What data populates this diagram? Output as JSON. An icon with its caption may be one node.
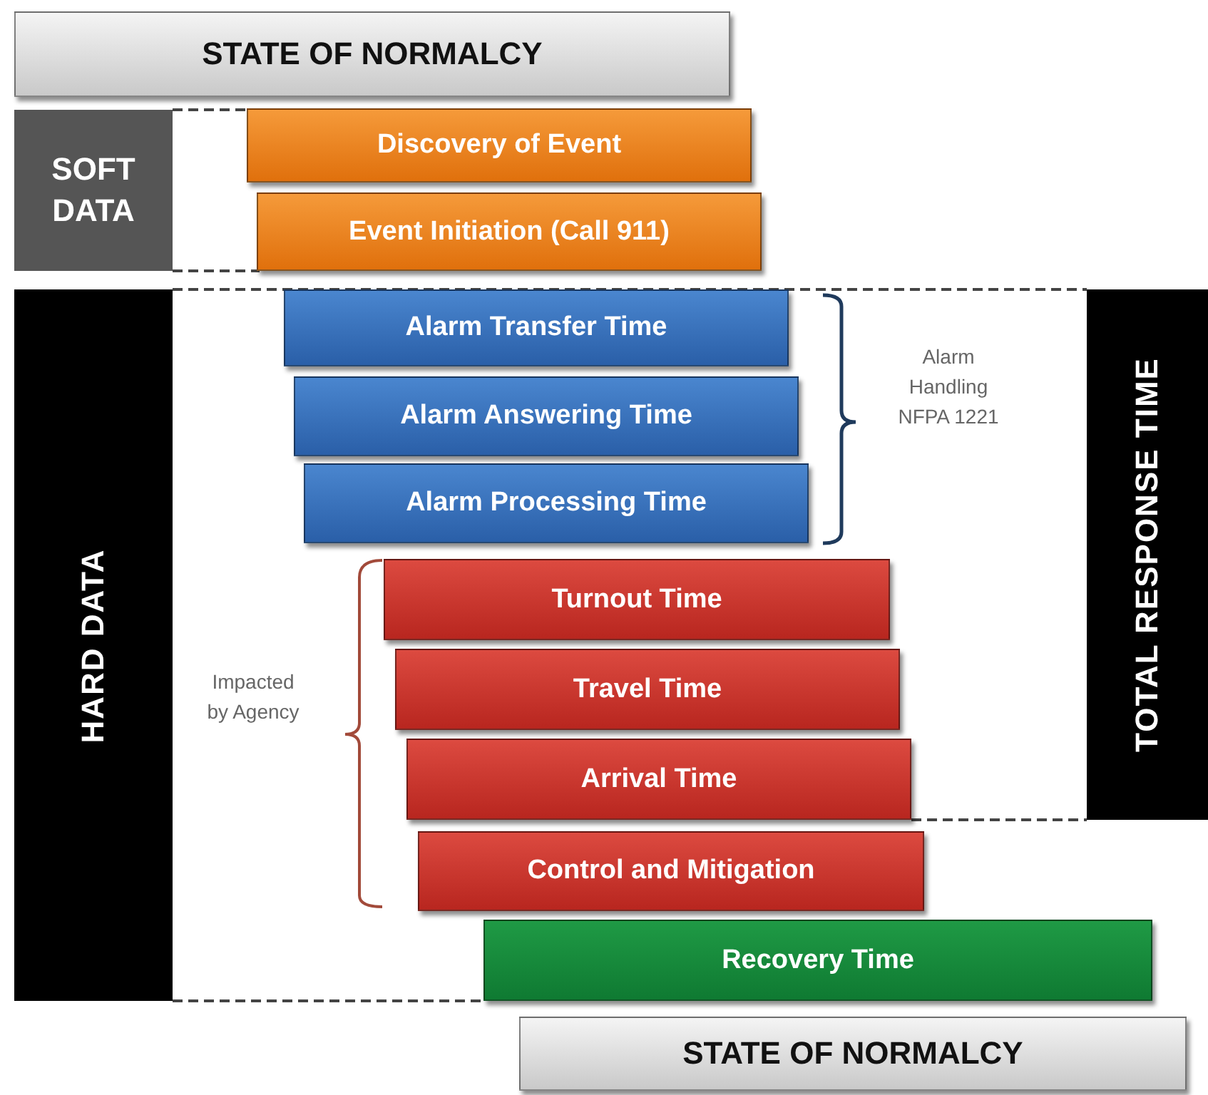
{
  "diagram": {
    "nodes": [
      {
        "text": [
          "STATE OF NORMALCY"
        ]
      },
      {
        "text": [
          "SOFT DATA"
        ]
      },
      {
        "text": [
          "Discovery of Event"
        ]
      },
      {
        "text": [
          "Event Initiation (Call 911)"
        ]
      },
      {
        "text": [
          "HARD DATA"
        ]
      },
      {
        "text": [
          "Alarm Transfer Time"
        ]
      },
      {
        "text": [
          "Alarm Answering Time"
        ]
      },
      {
        "text": [
          "Alarm Processing Time"
        ]
      },
      {
        "text": [
          "Turnout Time"
        ]
      },
      {
        "text": [
          "Travel Time"
        ]
      },
      {
        "text": [
          "Arrival Time"
        ]
      },
      {
        "text": [
          "Control and Mitigation"
        ]
      },
      {
        "text": [
          "Recovery Time"
        ]
      },
      {
        "text": [
          "TOTAL RESPONSE TIME"
        ]
      },
      {
        "text": [
          "STATE OF NORMALCY"
        ]
      }
    ],
    "labels": [
      "Alarm Handling NFPA 1221",
      "Impacted by Agency"
    ]
  }
}
